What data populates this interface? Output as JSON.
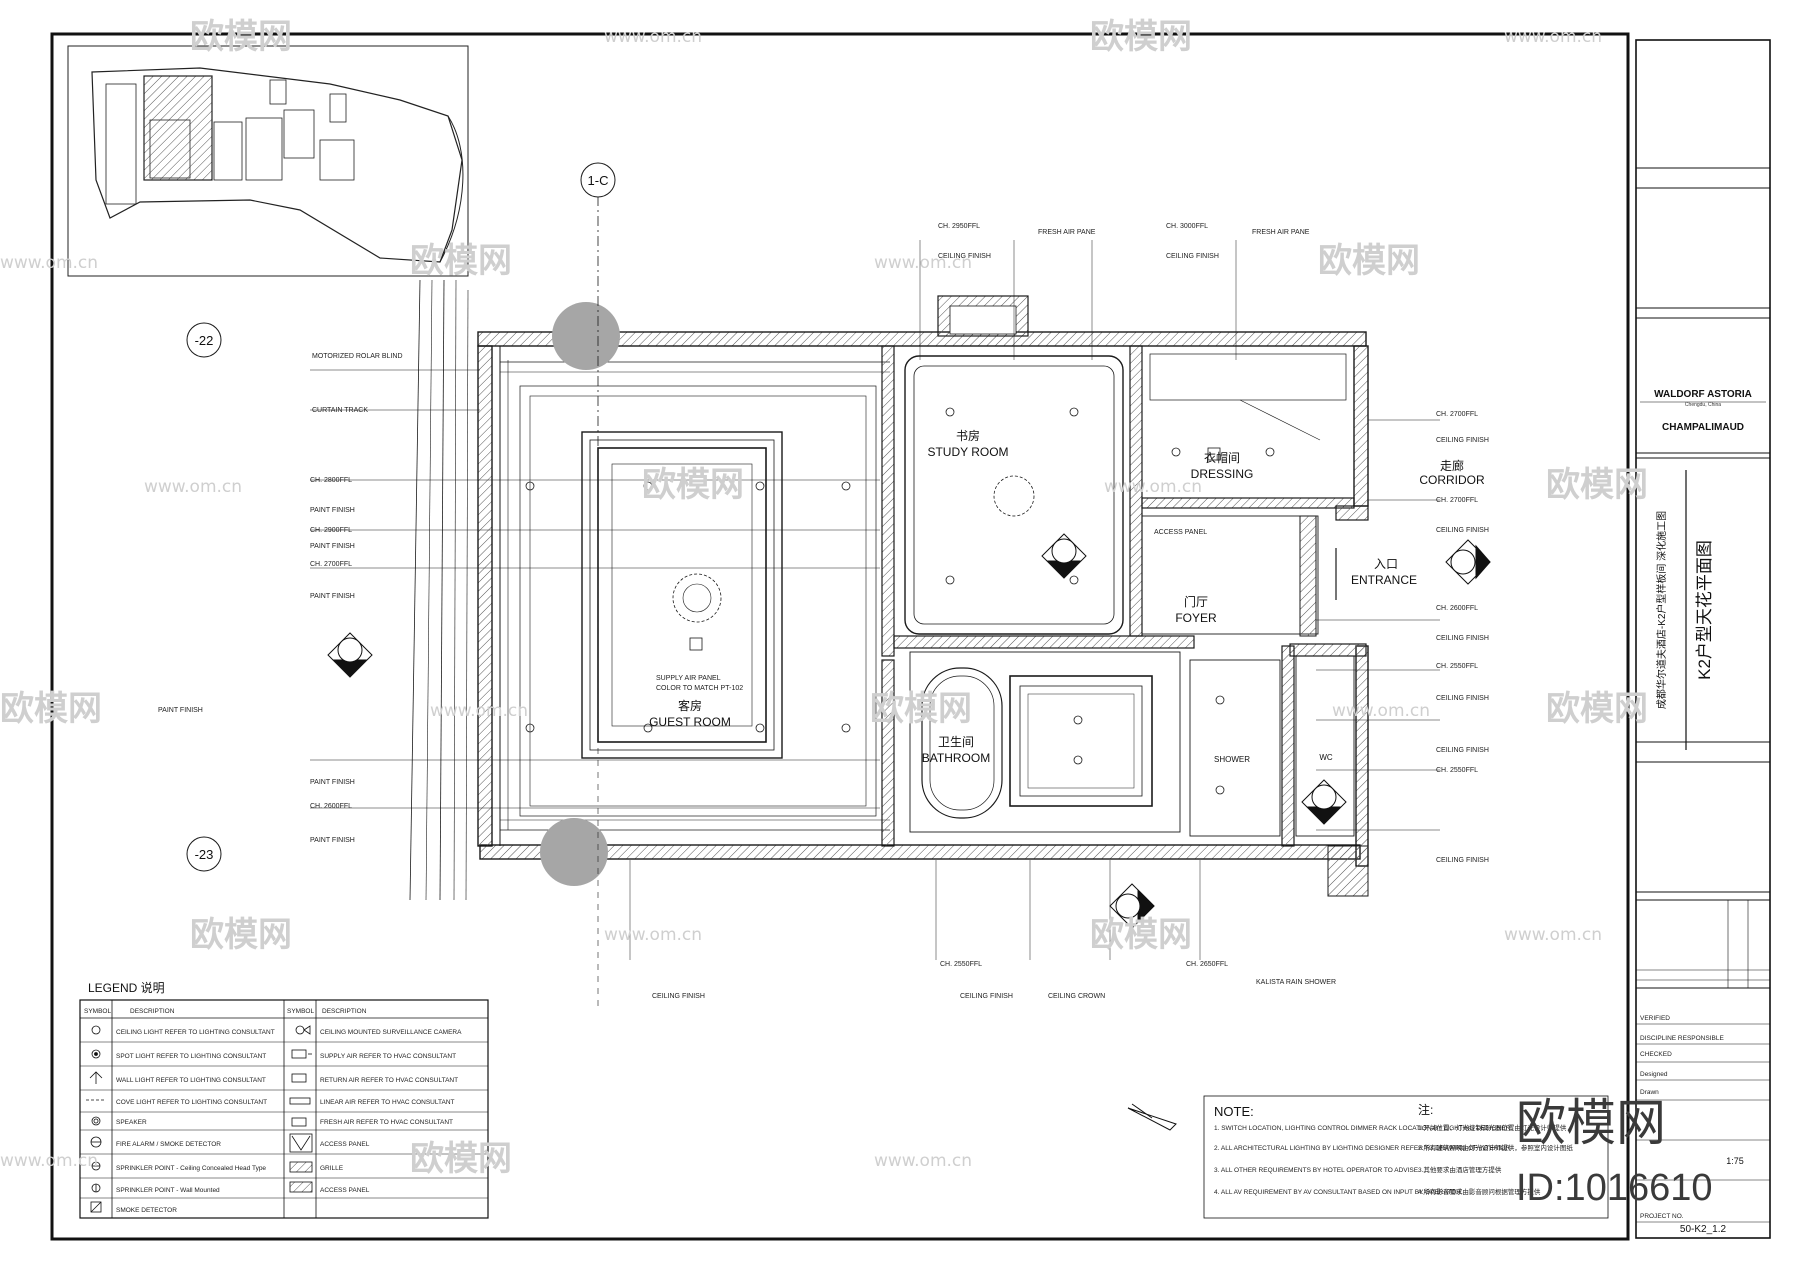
{
  "watermark": {
    "brand": "欧模网",
    "site": "www.om.cn",
    "id_text": "ID:1016610"
  },
  "rooms": {
    "study_cn": "书房",
    "study_en": "STUDY ROOM",
    "dressing_cn": "衣帽间",
    "dressing_en": "DRESSING",
    "corridor_cn": "走廊",
    "corridor_en": "CORRIDOR",
    "entrance_cn": "入口",
    "entrance_en": "ENTRANCE",
    "foyer_cn": "门厅",
    "foyer_en": "FOYER",
    "guest_cn": "客房",
    "guest_en": "GUEST ROOM",
    "bathroom_cn": "卫生间",
    "bathroom_en": "BATHROOM",
    "shower": "SHOWER",
    "toilet": "WC"
  },
  "grid": {
    "g1c": "1-C",
    "g22": "-22",
    "g23": "-23"
  },
  "annotations": {
    "fresh_air_1": "FRESH AIR PANE",
    "fresh_air_2": "FRESH AIR PANE",
    "supply_air": "SUPPLY AIR PANEL",
    "color_match": "COLOR TO MATCH PT-102",
    "access_panel": "ACCESS PANEL",
    "motorized": "MOTORIZED ROLAR BLIND",
    "curtain": "CURTAIN TRACK",
    "paint_finish": "PAINT FINISH",
    "ceiling_finish": "CEILING FINISH",
    "ceiling_crown": "CEILING CROWN",
    "kalista": "KALISTA RAIN SHOWER"
  },
  "title_block": {
    "brand1": "WALDORF ASTORIA",
    "brand1_sub": "Chengdu, China",
    "brand2": "CHAMPALIMAUD",
    "project_cn": "成都华尔道夫酒店-K2户型样板间  深化施工图",
    "drawing_title_cn": "K2户型天花平面图",
    "verified": "VERIFIED",
    "discipline": "DISCIPLINE RESPONSIBLE",
    "checked": "CHECKED",
    "designed": "Designed",
    "drawn": "Drawn",
    "scale": "1:75",
    "sheet_no": "50-K2_1.2",
    "project_no": "PROJECT NO."
  },
  "legend": {
    "title": "LEGEND 说明",
    "headers": [
      "SYMBOL",
      "DESCRIPTION",
      "SYMBOL",
      "DESCRIPTION"
    ],
    "rows": [
      [
        "CEILING LIGHT REFER TO LIGHTING CONSULTANT",
        "CEILING MOUNTED SURVEILLANCE CAMERA"
      ],
      [
        "SPOT LIGHT REFER TO LIGHTING CONSULTANT",
        "SUPPLY AIR REFER TO HVAC CONSULTANT"
      ],
      [
        "WALL LIGHT REFER TO LIGHTING CONSULTANT",
        "RETURN AIR REFER TO HVAC CONSULTANT"
      ],
      [
        "COVE LIGHT REFER TO LIGHTING CONSULTANT",
        "LINEAR AIR REFER TO HVAC CONSULTANT"
      ],
      [
        "SPEAKER",
        "FRESH AIR REFER TO HVAC CONSULTANT"
      ],
      [
        "FIRE ALARM / SMOKE DETECTOR",
        "ACCESS PANEL"
      ],
      [
        "SPRINKLER POINT - Ceiling Concealed Head Type",
        "GRILLE"
      ],
      [
        "SPRINKLER POINT - Wall Mounted",
        "ACCESS PANEL"
      ],
      [
        "SMOKE DETECTOR",
        ""
      ]
    ]
  },
  "notes": {
    "title_en": "NOTE:",
    "title_cn": "注:",
    "items_en": [
      "1. SWITCH LOCATION, LIGHTING CONTROL DIMMER RACK LOCATION BY LIGHTING DESIGNER.",
      "2. ALL ARCHITECTURAL LIGHTING BY LIGHTING DESIGNER REFER TO DRAWING OF INTERIOR.",
      "3. ALL OTHER REQUIREMENTS BY HOTEL OPERATOR TO ADVISE.",
      "4. ALL AV REQUIREMENT BY AV CONSULTANT BASED ON INPUT BY OPERATOR."
    ],
    "items_cn": [
      "1.开关位置、灯光控制调光器位置由灯光设计师提供",
      "2.所有建筑照明由灯光设计师提供，参照室内设计图纸",
      "3.其他要求由酒店管理方提供",
      "4.所有影音要求由影音顾问根据管理方提供"
    ]
  },
  "tags": {
    "ch2950": "CH. 2950FFL",
    "ch3000": "CH. 3000FFL",
    "ch2700": "CH. 2700FFL",
    "ch2600": "CH. 2600FFL",
    "ch2550": "CH. 2550FFL",
    "ch2650": "CH. 2650FFL",
    "ch2800": "CH. 2800FFL",
    "ch2900": "CH. 2900FFL"
  },
  "colors": {
    "line": "#1a1a1a",
    "hatch": "#555555",
    "column": "#a6a6a6",
    "watermark": "#cfcfcf"
  }
}
